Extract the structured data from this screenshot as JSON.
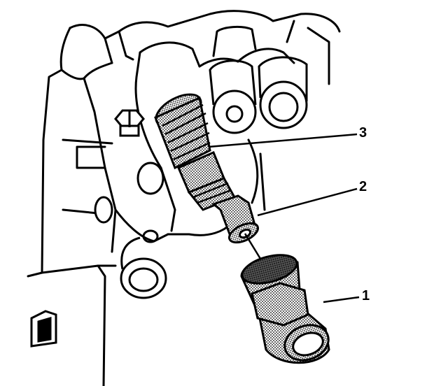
{
  "callouts": [
    {
      "id": "3",
      "text": "3"
    },
    {
      "id": "2",
      "text": "2"
    },
    {
      "id": "1",
      "text": "1"
    }
  ],
  "colors": {
    "ink": "#000000",
    "paper": "#ffffff",
    "stipple": "#8a8a8a"
  }
}
